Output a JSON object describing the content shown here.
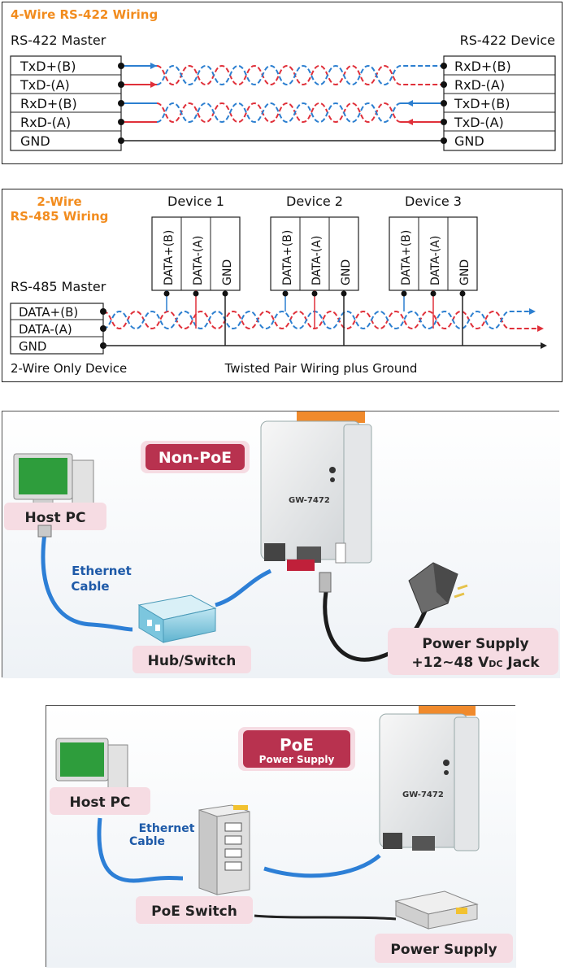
{
  "rs422": {
    "title": "4-Wire RS-422 Wiring",
    "master_title": "RS-422 Master",
    "device_title": "RS-422 Device",
    "master_pins": [
      "TxD+(B)",
      "TxD-(A)",
      "RxD+(B)",
      "RxD-(A)",
      "GND"
    ],
    "device_pins": [
      "RxD+(B)",
      "RxD-(A)",
      "TxD+(B)",
      "TxD-(A)",
      "GND"
    ]
  },
  "rs485": {
    "title_line1": "2-Wire",
    "title_line2": "RS-485 Wiring",
    "master_title": "RS-485 Master",
    "master_pins": [
      "DATA+(B)",
      "DATA-(A)",
      "GND"
    ],
    "device_labels": [
      "Device 1",
      "Device 2",
      "Device 3"
    ],
    "device_pins": [
      "DATA+(B)",
      "DATA-(A)",
      "GND"
    ],
    "caption_left": "2-Wire Only Device",
    "caption_right": "Twisted Pair Wiring plus Ground"
  },
  "nonpoe": {
    "badge": "Non-PoE",
    "host_pc": "Host PC",
    "cable_line1": "Ethernet",
    "cable_line2": "Cable",
    "hub": "Hub/Switch",
    "psu_line1": "Power Supply",
    "psu_line2": "+12~48 V",
    "psu_sub": "DC",
    "psu_tail": " Jack",
    "device_model": "GW-7472"
  },
  "poe": {
    "badge_line1": "PoE",
    "badge_line2": "Power Supply",
    "host_pc": "Host PC",
    "cable_line1": "Ethernet",
    "cable_line2": "Cable",
    "switch": "PoE Switch",
    "psu": "Power Supply",
    "device_model": "GW-7472"
  },
  "colors": {
    "wire_blue": "#2c7fd0",
    "wire_red": "#e0303a",
    "accent_orange": "#f28c1e",
    "pill_pink": "#f6dce3",
    "badge_red": "#b8324f"
  }
}
